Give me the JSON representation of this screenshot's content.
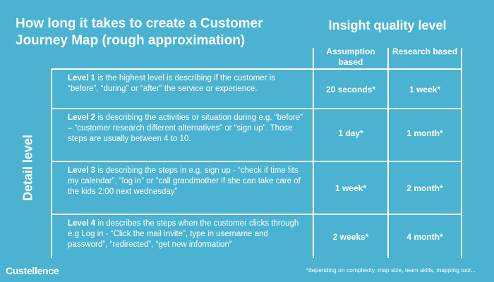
{
  "title": "How long it takes to create a Customer Journey Map (rough approximation)",
  "insight_heading": "Insight quality level",
  "columns": [
    {
      "label": "Assumption based"
    },
    {
      "label": "Research based"
    }
  ],
  "row_axis_label": "Detail level",
  "rows": [
    {
      "level": "Level 1",
      "description": " is the highest level is describing if the customer is “before”, “during” or “after” the service or experience.",
      "assumption": "20 seconds*",
      "research": "1 week*"
    },
    {
      "level": "Level 2",
      "description": " is describing the activities or situation during e.g. “before” – “customer research different alternatives” or “sign up”. Those steps are usually between 4 to 10.",
      "assumption": "1 day*",
      "research": "1 month*"
    },
    {
      "level": "Level 3",
      "description": " is describing the steps in e.g. sign up - “check if time fits my calendar”, “log in” or “call grandmother if she can take care of the kids 2:00 next wednesday”",
      "assumption": "1 week*",
      "research": "2 month*"
    },
    {
      "level": "Level 4",
      "description": " in describes the steps when the customer clicks through e.g Log in - “Click the mail invite”, type in username and password”, “redirected”, “get new information”",
      "assumption": "2 weeks*",
      "research": "4 month*"
    }
  ],
  "brand": "Custellence",
  "footnote": "*depending on complexity, map size, team skills, mapping tool..."
}
